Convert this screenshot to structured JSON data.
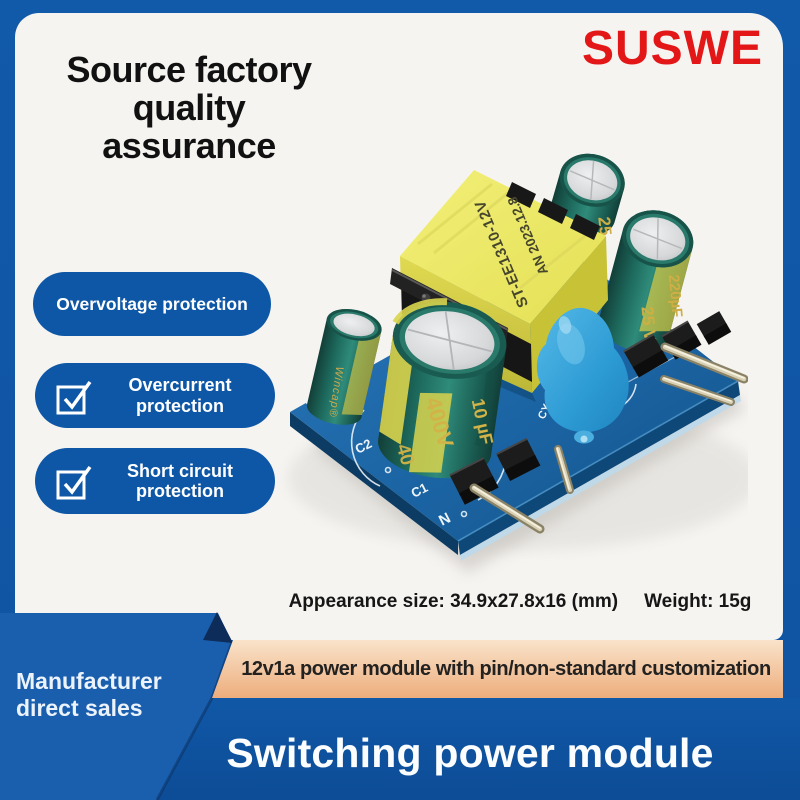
{
  "brand": {
    "name": "SUSWE",
    "color": "#e31717"
  },
  "hero": {
    "title_line1": "Source factory",
    "title_line2": "quality",
    "title_line3": "assurance"
  },
  "features": [
    {
      "line1": "Overvoltage protection",
      "line2": ""
    },
    {
      "line1": "Overcurrent",
      "line2": "protection"
    },
    {
      "line1": "Short circuit",
      "line2": "protection"
    }
  ],
  "specs": {
    "size": "Appearance size: 34.9x27.8x16 (mm)",
    "weight": "Weight: 15g"
  },
  "ribbon": {
    "text": "12v1a power module with pin/non-standard customization"
  },
  "footer": {
    "tagline_line1": "Manufacturer",
    "tagline_line2": "direct sales",
    "banner": "Switching power module"
  },
  "product": {
    "transformer_marking_1": "ST-EE1310-12V",
    "transformer_marking_2": "AN 2023.12.8",
    "input_cap_value": "10 µF",
    "input_cap_voltage": "400V",
    "input_cap_voltage_wrap": "40",
    "output_cap_value": "220µF",
    "output_cap_voltage": "25 V",
    "output_cap2_voltage": "25",
    "filter_cap_brand": "Wincap®",
    "silkscreen_w": "W",
    "silkscreen_c2": "C2",
    "silkscreen_c1": "C1",
    "silkscreen_n": "N",
    "silkscreen_cy1": "CY1"
  },
  "colors": {
    "frame_blue": "#1157a7",
    "badge_blue": "#0d57a6",
    "brand_red": "#e31717",
    "ribbon_peach": "#eeb285",
    "pcb_blue": "#1d6aa9",
    "capacitor_green": "#20695e",
    "transformer_yellow": "#eae74f",
    "varistor_blue": "#2d9bd4"
  }
}
